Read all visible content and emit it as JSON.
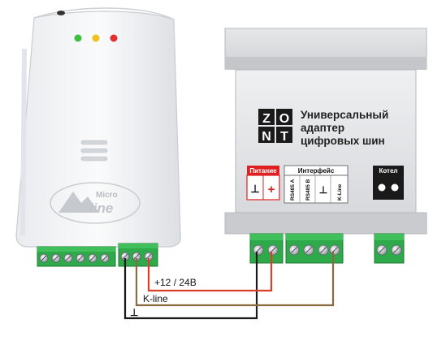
{
  "gateway": {
    "brand_top": "Micro",
    "brand_bottom": "line",
    "led_colors": [
      "#3fbf3f",
      "#f0c020",
      "#e03030"
    ]
  },
  "adapter": {
    "logo_row1": [
      "Z",
      "O"
    ],
    "logo_row2": [
      "N",
      "T"
    ],
    "title_line1": "Универсальный",
    "title_line2": "адаптер",
    "title_line3": "цифровых шин",
    "power_label": "Питание",
    "power_minus": "⊥",
    "power_plus": "+",
    "interface_label": "Интерфейс",
    "rs485a_label": "RS485 A",
    "rs485b_label": "RS485 B",
    "ground_symbol": "⊥",
    "kline_label": "K-Line",
    "boiler_label": "Котел"
  },
  "wires": {
    "power_label": "+12 / 24В",
    "kline_label": "K-line",
    "ground_label": "⊥",
    "power_color": "#d8402a",
    "kline_color": "#8a6a40",
    "ground_color": "#1a1a1a"
  },
  "colors": {
    "terminal_green": "#2faa4a",
    "adapter_grey": "#d9dadc",
    "label_red": "#e02020"
  }
}
